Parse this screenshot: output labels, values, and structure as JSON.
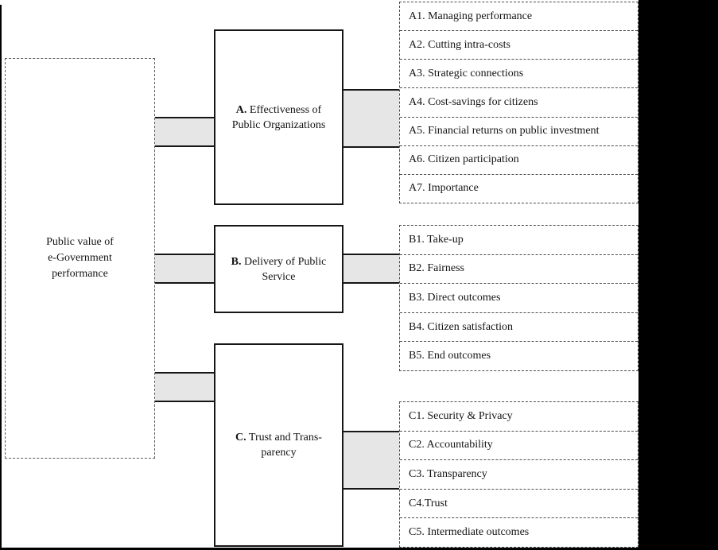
{
  "diagram": {
    "root": {
      "line1": "Public value of",
      "line2": "e-Government",
      "line3": "performance"
    },
    "categories": [
      {
        "id": "A.",
        "title_line1": "Effectiveness of",
        "title_line2": "Public Organizations",
        "items": [
          "A1. Managing performance",
          "A2. Cutting intra-costs",
          "A3. Strategic connections",
          "A4. Cost-savings for citizens",
          "A5. Financial returns on public investment",
          "A6. Citizen participation",
          "A7. Importance"
        ]
      },
      {
        "id": "B.",
        "title_line1": "Delivery of Public",
        "title_line2": "Service",
        "items": [
          "B1. Take-up",
          "B2. Fairness",
          "B3. Direct outcomes",
          "B4. Citizen satisfaction",
          "B5. End outcomes"
        ]
      },
      {
        "id": "C.",
        "title_line1": "Trust and Trans-",
        "title_line2": "parency",
        "items": [
          "C1. Security & Privacy",
          "C2. Accountability",
          "C3. Transparency",
          "C4.Trust",
          "C5. Intermediate outcomes"
        ]
      }
    ],
    "colors": {
      "connector_fill": "#e6e6e6",
      "line_black": "#161616",
      "dash_gray": "#4d4d4d"
    }
  }
}
